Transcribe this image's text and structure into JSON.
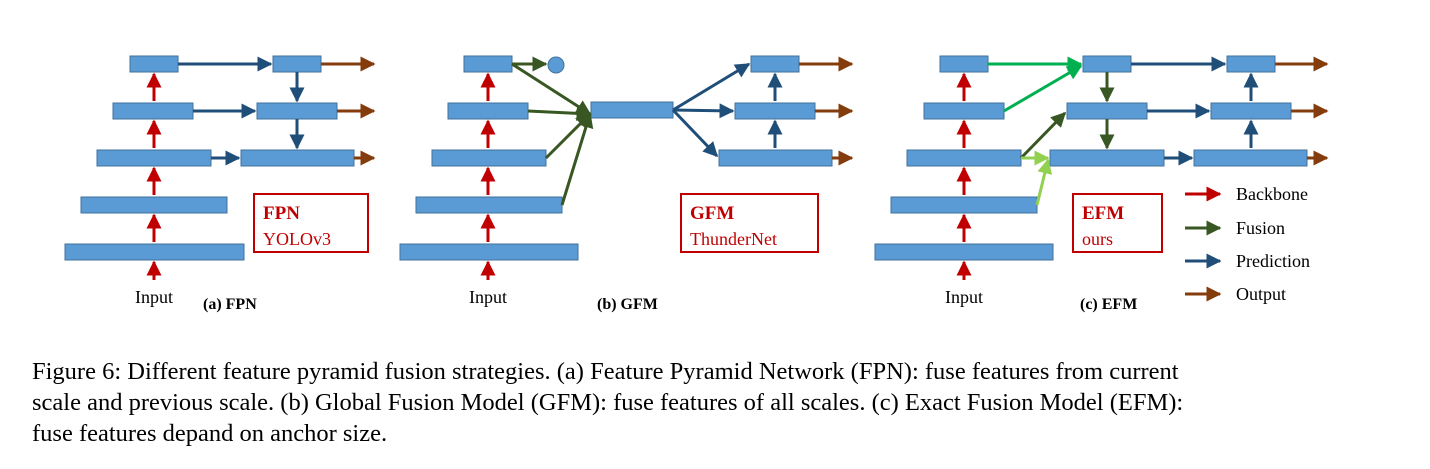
{
  "colors": {
    "block_fill": "#5b9bd5",
    "block_stroke": "#41719c",
    "backbone": "#c00000",
    "fusion": "#385723",
    "fusion_bright": "#00b050",
    "fusion_light": "#92d050",
    "prediction": "#1f4e79",
    "output": "#843c0c",
    "label_red": "#c00000"
  },
  "panels": {
    "a": {
      "input_label": "Input",
      "caption": "(a) FPN",
      "box_title": "FPN",
      "box_sub": "YOLOv3"
    },
    "b": {
      "input_label": "Input",
      "caption": "(b) GFM",
      "box_title": "GFM",
      "box_sub": "ThunderNet"
    },
    "c": {
      "input_label": "Input",
      "caption": "(c) EFM",
      "box_title": "EFM",
      "box_sub": "ours"
    }
  },
  "legend": [
    {
      "label": "Backbone",
      "color": "#c00000"
    },
    {
      "label": "Fusion",
      "color": "#385723"
    },
    {
      "label": "Prediction",
      "color": "#1f4e79"
    },
    {
      "label": "Output",
      "color": "#843c0c"
    }
  ],
  "caption": {
    "line1": "Figure 6: Different feature pyramid fusion strategies. (a) Feature Pyramid Network (FPN): fuse features from current",
    "line2": "scale and previous scale. (b) Global Fusion Model (GFM): fuse features of all scales. (c) Exact Fusion Model (EFM):",
    "line3": "fuse features depand on anchor size."
  }
}
